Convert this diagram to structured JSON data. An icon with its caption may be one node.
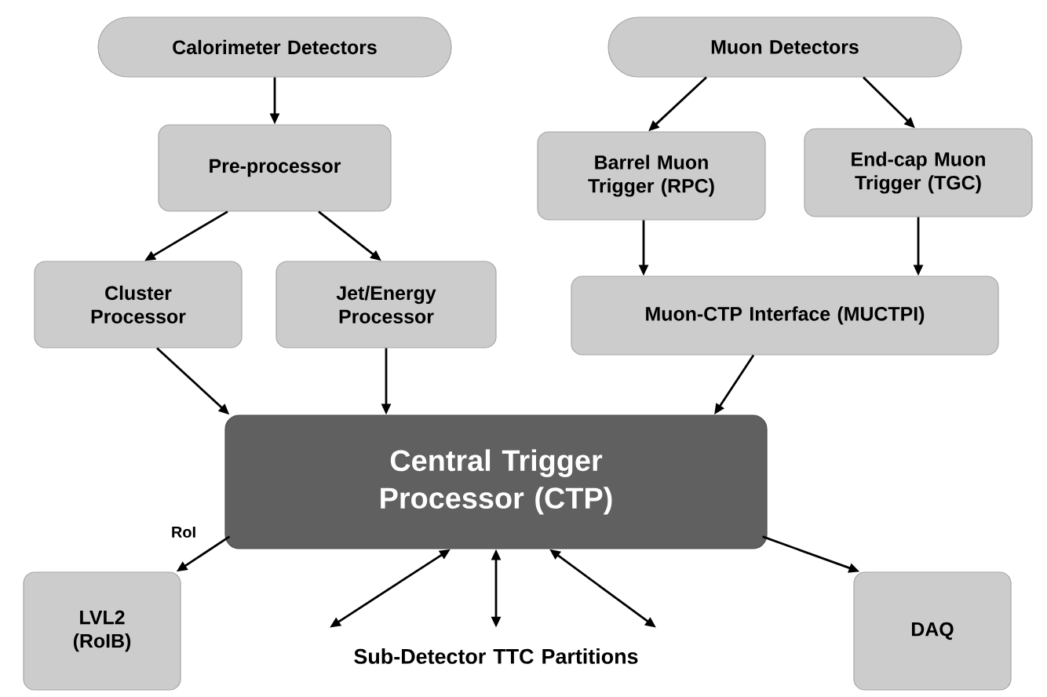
{
  "diagram": {
    "nodes": [
      {
        "text": [
          "Calorimeter Detectors"
        ]
      },
      {
        "text": [
          "Muon Detectors"
        ]
      },
      {
        "text": [
          "Pre-processor"
        ]
      },
      {
        "text": [
          "Barrel Muon Trigger (RPC)"
        ]
      },
      {
        "text": [
          "End-cap Muon Trigger (TGC)"
        ]
      },
      {
        "text": [
          "Cluster Processor"
        ]
      },
      {
        "text": [
          "Jet/Energy Processor"
        ]
      },
      {
        "text": [
          "Muon-CTP Interface (MUCTPI)"
        ]
      },
      {
        "text": [
          "Central Trigger Processor (CTP)"
        ]
      },
      {
        "text": [
          "LVL2 (RoIB)"
        ]
      },
      {
        "text": [
          "DAQ"
        ]
      },
      {
        "text": [
          "Sub-Detector TTC Partitions"
        ]
      }
    ],
    "edges": [
      {
        "from": 0,
        "to": 2,
        "arrow": "to"
      },
      {
        "from": 2,
        "to": 5,
        "arrow": "to"
      },
      {
        "from": 2,
        "to": 6,
        "arrow": "to"
      },
      {
        "from": 1,
        "to": 3,
        "arrow": "to"
      },
      {
        "from": 1,
        "to": 4,
        "arrow": "to"
      },
      {
        "from": 3,
        "to": 7,
        "arrow": "to"
      },
      {
        "from": 4,
        "to": 7,
        "arrow": "to"
      },
      {
        "from": 5,
        "to": 8,
        "arrow": "to"
      },
      {
        "from": 6,
        "to": 8,
        "arrow": "to"
      },
      {
        "from": 7,
        "to": 8,
        "arrow": "to"
      },
      {
        "from": 8,
        "to": 9,
        "arrow": "to",
        "label": "RoI"
      },
      {
        "from": 8,
        "to": 10,
        "arrow": "to"
      },
      {
        "from": 8,
        "to": 11,
        "arrow": "both"
      },
      {
        "from": 8,
        "to": 11,
        "arrow": "both"
      },
      {
        "from": 8,
        "to": 11,
        "arrow": "both"
      }
    ]
  }
}
